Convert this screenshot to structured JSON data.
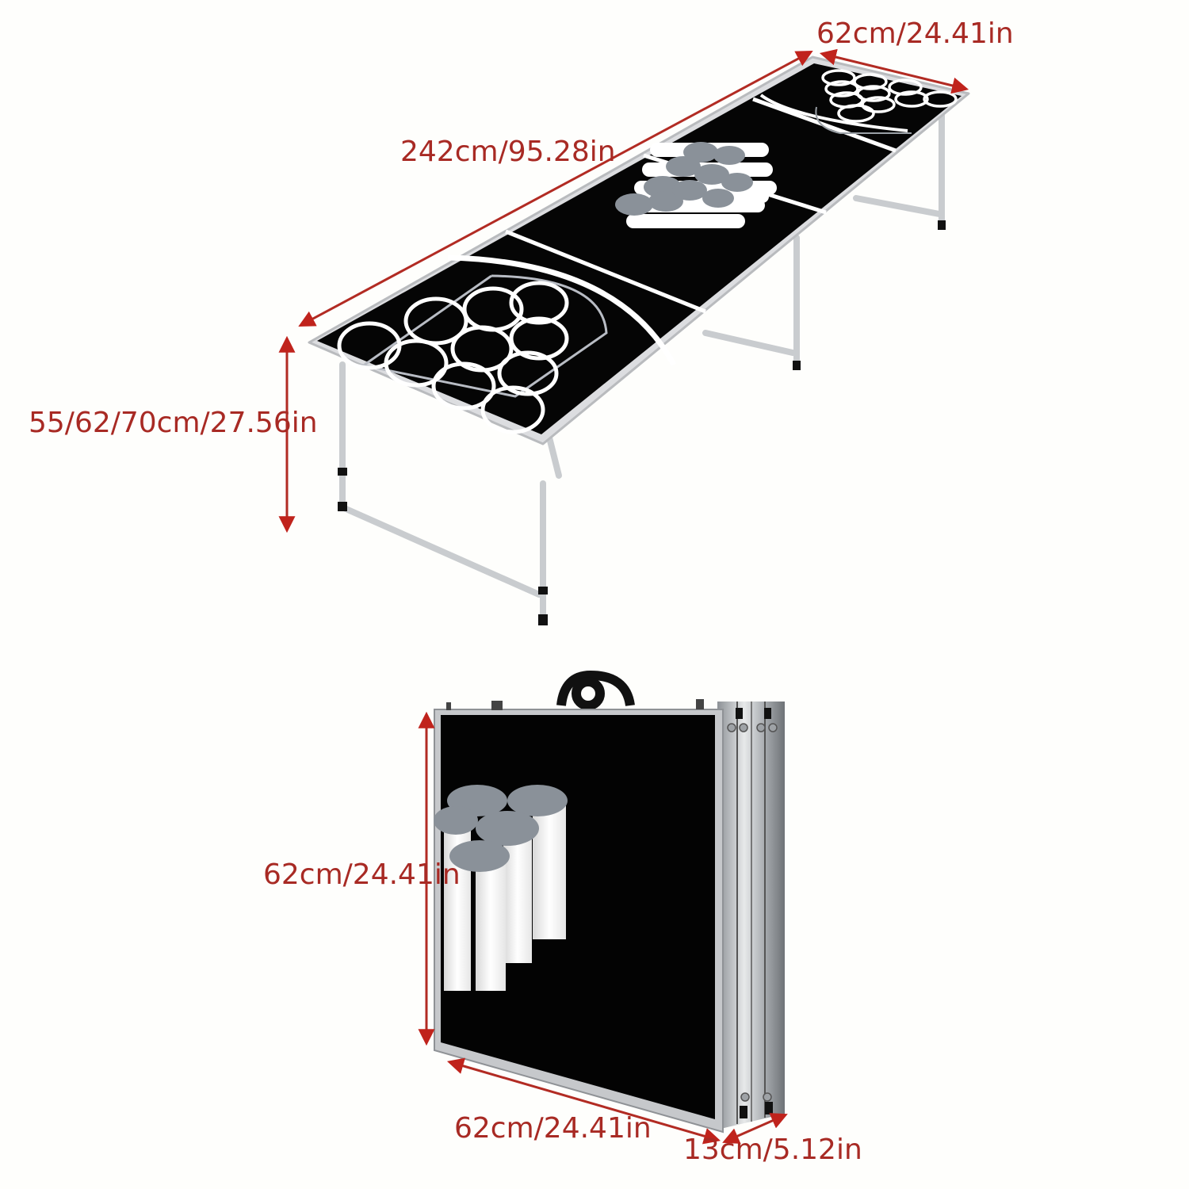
{
  "colors": {
    "background": "#fefefc",
    "dimension": "#a82a24",
    "tabletop": "#050505",
    "frame": "#d9dadc",
    "cup_lid": "#8a9199",
    "cup_body": "#ffffff"
  },
  "unfolded_table": {
    "width_label": "62cm/24.41in",
    "length_label": "242cm/95.28in",
    "height_label": "55/62/70cm/27.56in",
    "cup_rack_count_per_end": 10
  },
  "folded_table": {
    "height_label": "62cm/24.41in",
    "width_label": "62cm/24.41in",
    "depth_label": "13cm/5.12in",
    "handle": "carry-handle"
  }
}
